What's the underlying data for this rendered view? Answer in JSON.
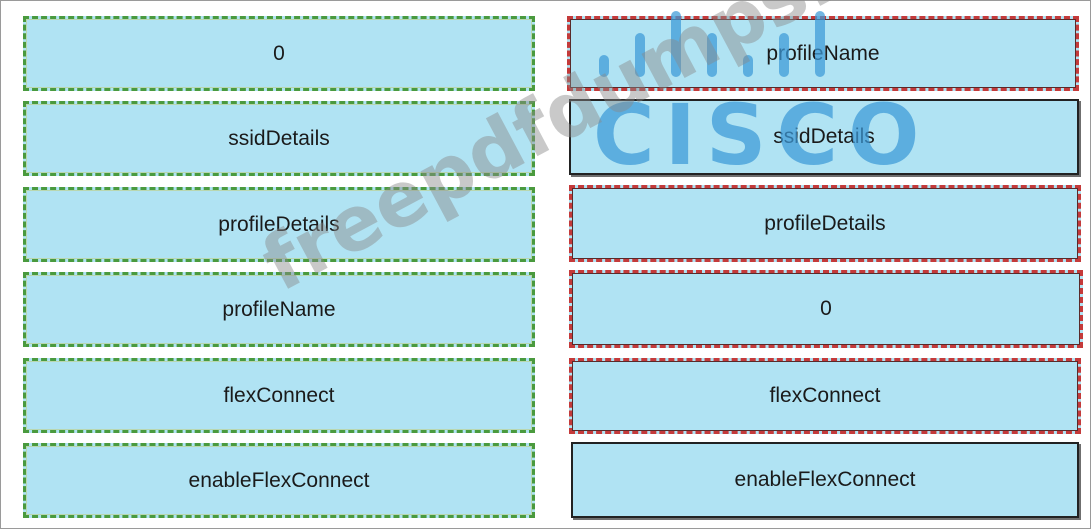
{
  "left_column": [
    {
      "label": "0",
      "style": "green"
    },
    {
      "label": "ssidDetails",
      "style": "green"
    },
    {
      "label": "profileDetails",
      "style": "green"
    },
    {
      "label": "profileName",
      "style": "green"
    },
    {
      "label": "flexConnect",
      "style": "green"
    },
    {
      "label": "enableFlexConnect",
      "style": "green"
    }
  ],
  "right_column": [
    {
      "label": "profileName",
      "style": "red"
    },
    {
      "label": "ssidDetails",
      "style": "plain"
    },
    {
      "label": "profileDetails",
      "style": "red"
    },
    {
      "label": "0",
      "style": "red"
    },
    {
      "label": "flexConnect",
      "style": "red"
    },
    {
      "label": "enableFlexConnect",
      "style": "plain"
    }
  ],
  "watermark": {
    "brand": "CISCO",
    "site": "freepdfdumps.com"
  },
  "colors": {
    "box_fill": "#b0e3f3",
    "correct_dash": "#4a9a3e",
    "wrong_dash": "#c43a3a",
    "watermark_blue": "#3d9ad8"
  }
}
